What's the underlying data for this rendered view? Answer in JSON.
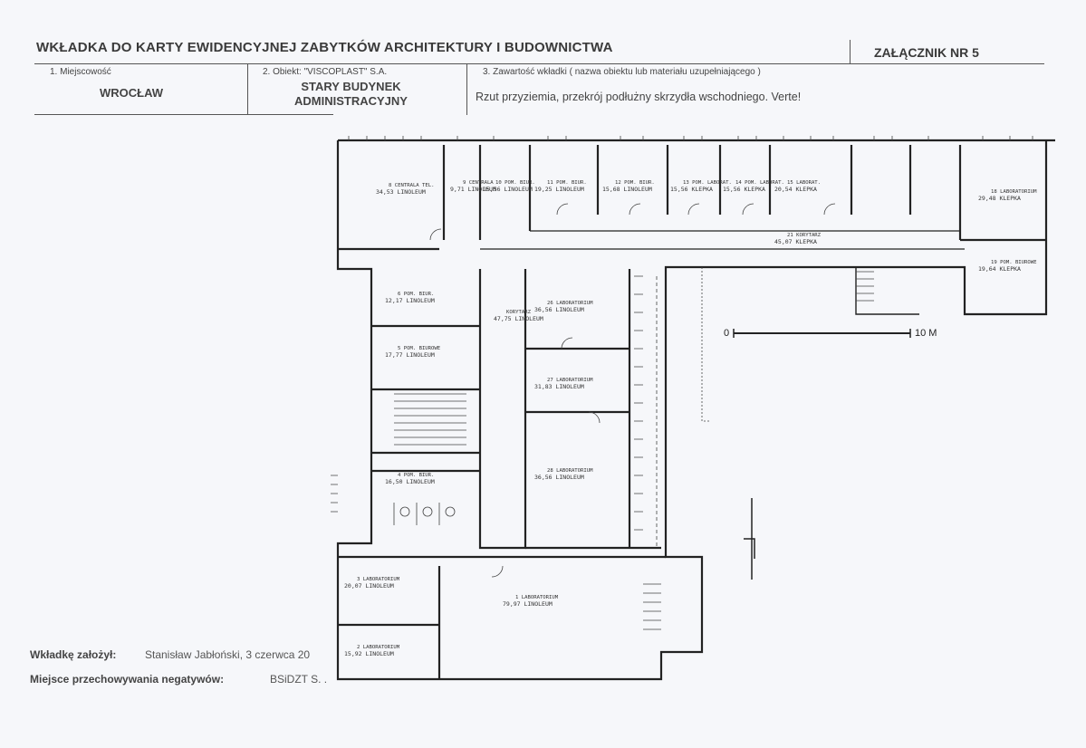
{
  "header": {
    "title": "WKŁADKA DO KARTY EWIDENCYJNEJ ZABYTKÓW ARCHITEKTURY I BUDOWNICTWA",
    "annex": "ZAŁĄCZNIK NR 5"
  },
  "fields": {
    "place_label": "1. Miejscowość",
    "place_value": "WROCŁAW",
    "object_label": "2. Obiekt:  \"VISCOPLAST\" S.A.",
    "object_value_1": "STARY BUDYNEK",
    "object_value_2": "ADMINISTRACYJNY",
    "content_label": "3. Zawartość wkładki ( nazwa obiektu lub materiału uzupełniającego )",
    "content_value": "Rzut przyziemia, przekrój podłużny skrzydła wschodniego. Verte!"
  },
  "footer": {
    "created_label": "Wkładkę założył:",
    "created_value": "Stanisław Jabłoński, 3 czerwca 20",
    "storage_label": "Miejsce przechowywania negatywów:",
    "storage_value": "BSiDZT S. ."
  },
  "plan": {
    "scale_start": "0",
    "scale_end": "10 M",
    "rooms": [
      {
        "num": "8",
        "name": "CENTRALA TEL.",
        "floor": "LINOLEUM",
        "area": "34,53"
      },
      {
        "num": "9",
        "name": "CENTRALA",
        "floor": "LINOLEUM",
        "area": "9,71"
      },
      {
        "num": "10",
        "name": "POM. BIUR.",
        "floor": "LINOLEUM",
        "area": "15,56"
      },
      {
        "num": "11",
        "name": "POM. BIUR.",
        "floor": "LINOLEUM",
        "area": "19,25"
      },
      {
        "num": "12",
        "name": "POM. BIUR.",
        "floor": "LINOLEUM",
        "area": "15,68"
      },
      {
        "num": "13",
        "name": "POM. LABORAT.",
        "floor": "KLEPKA",
        "area": "15,56"
      },
      {
        "num": "14",
        "name": "POM. LABORAT.",
        "floor": "KLEPKA",
        "area": "15,56"
      },
      {
        "num": "15",
        "name": "LABORAT.",
        "floor": "KLEPKA",
        "area": "20,54"
      },
      {
        "num": "18",
        "name": "LABORATORIUM",
        "floor": "KLEPKA",
        "area": "29,48"
      },
      {
        "num": "19",
        "name": "POM. BIUROWE",
        "floor": "KLEPKA",
        "area": "19,64"
      },
      {
        "num": "21",
        "name": "KORYTARZ",
        "floor": "KLEPKA",
        "area": "45,07"
      },
      {
        "num": "6",
        "name": "POM. BIUR.",
        "floor": "LINOLEUM",
        "area": "12,17"
      },
      {
        "num": "5",
        "name": "POM. BIUROWE",
        "floor": "LINOLEUM",
        "area": "17,77"
      },
      {
        "num": "4",
        "name": "POM. BIUR.",
        "floor": "LINOLEUM",
        "area": "16,50"
      },
      {
        "num": "3",
        "name": "LABORATORIUM",
        "floor": "LINOLEUM",
        "area": "20,07"
      },
      {
        "num": "2",
        "name": "LABORATORIUM",
        "floor": "LINOLEUM",
        "area": "15,92"
      },
      {
        "num": "1",
        "name": "LABORATORIUM",
        "floor": "LINOLEUM",
        "area": "79,97"
      },
      {
        "num": "26",
        "name": "LABORATORIUM",
        "floor": "LINOLEUM",
        "area": "36,56"
      },
      {
        "num": "27",
        "name": "LABORATORIUM",
        "floor": "LINOLEUM",
        "area": "31,83"
      },
      {
        "num": "28",
        "name": "LABORATORIUM",
        "floor": "LINOLEUM",
        "area": "36,56"
      },
      {
        "num": "",
        "name": "KORYTARZ",
        "floor": "LINOLEUM",
        "area": "47,75"
      }
    ]
  }
}
